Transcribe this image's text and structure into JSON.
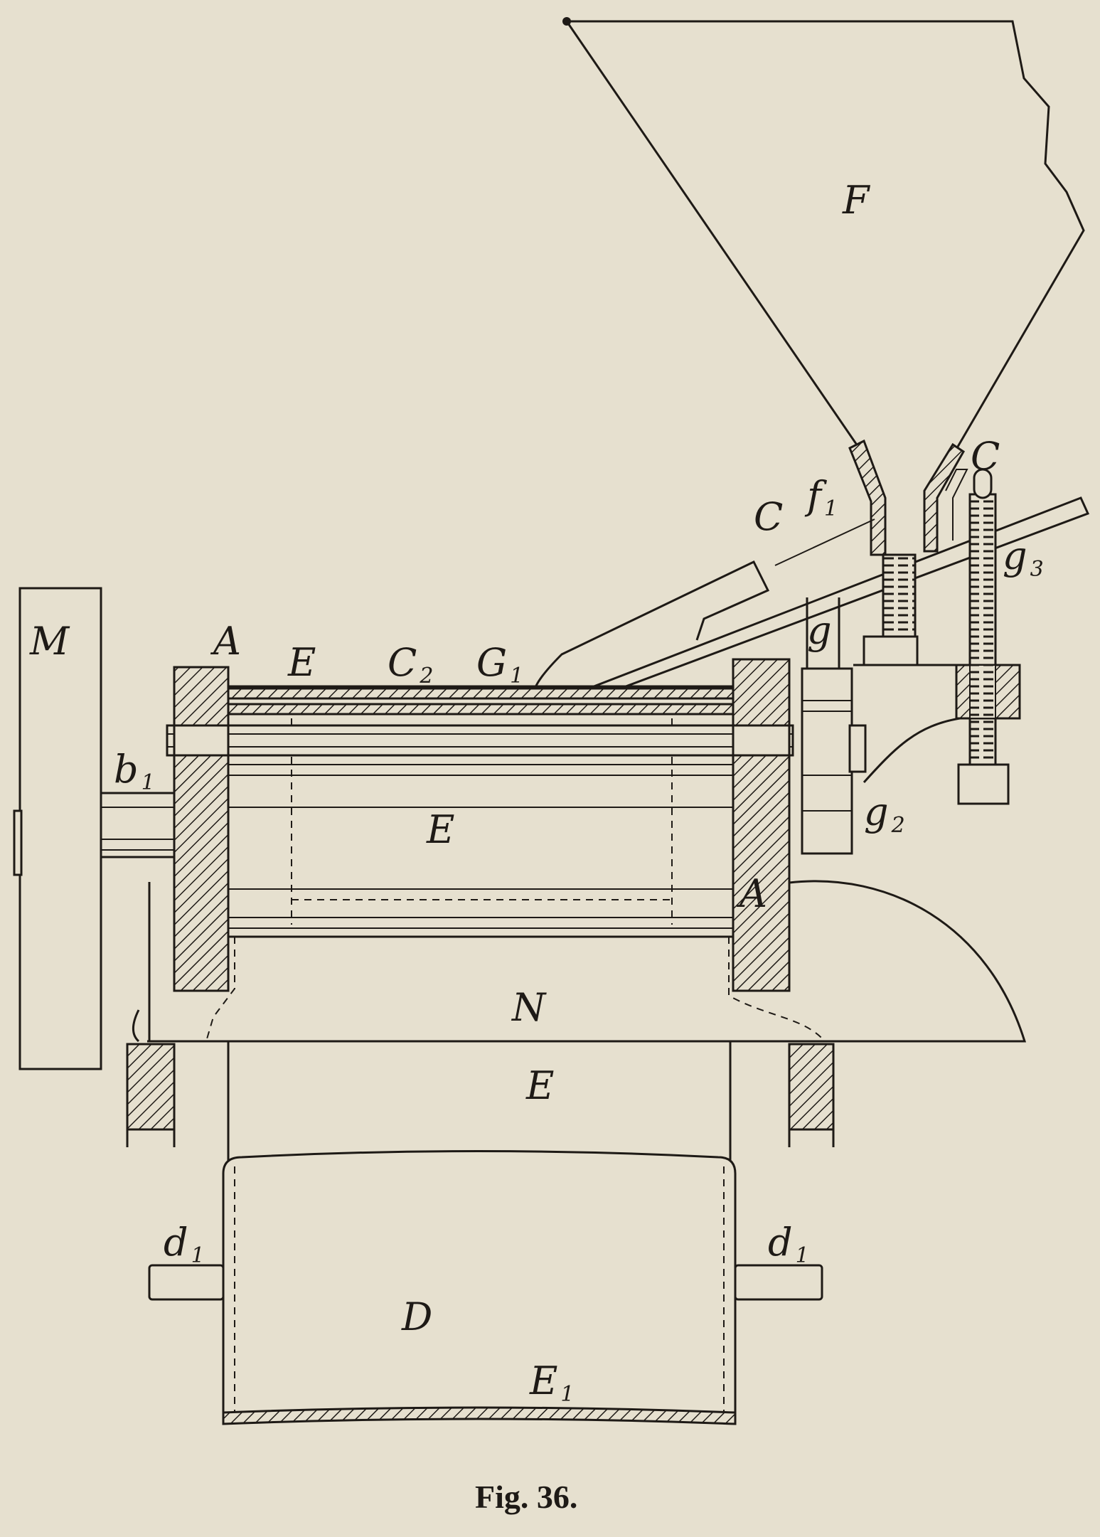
{
  "figure": {
    "caption": "Fig. 36.",
    "labels": {
      "hopper": "F",
      "guide_right": "C",
      "guide_left": "C",
      "feed_lip": "f",
      "feed_lip_sub": "1",
      "screw": "g",
      "screw_sub": "3",
      "rod": "g",
      "wheel": "M",
      "frame_left": "A",
      "frame_right": "A",
      "cylinder_top": "E",
      "cylinder_cover": "C",
      "cylinder_cover_sub": "2",
      "plate": "G",
      "plate_sub": "1",
      "shaft": "b",
      "shaft_sub": "1",
      "cylinder": "E",
      "gear": "g",
      "gear_sub": "2",
      "base": "N",
      "column": "E",
      "handle_left": "d",
      "handle_left_sub": "1",
      "handle_right": "d",
      "handle_right_sub": "1",
      "box": "D",
      "bottom": "E",
      "bottom_sub": "1"
    }
  }
}
